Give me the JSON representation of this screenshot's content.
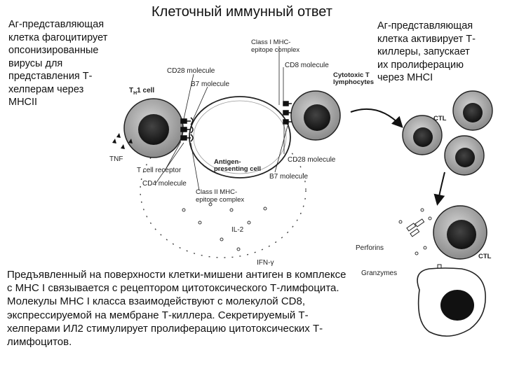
{
  "title": "Клеточный иммунный ответ",
  "left_text": "Аг-представляющая\nклетка фагоцитирует\nопсонизированные\nвирусы для\nпредставления Т-\nхелперам через\nMHCII",
  "right_text": "Аг-представляющая\nклетка активирует Т-\nкиллеры, запускает\nих пролиферацию\nчерез MHCI",
  "bottom_text": "Предъявленный на поверхности клетки-мишени антиген в комплексе с МНС I связывается с рецептором цитотоксического Т-лимфоцита. Молекулы МНС I класса взаимодействуют с молекулой CD8, экспрессируемой на мембране Т-киллера. Секретируемый Т-хелперами ИЛ2 стимулирует пролиферацию цитотоксических Т-лимфоцитов.",
  "diagram": {
    "labels": {
      "class1_line1": "Class I MHC-",
      "class1_line2": "epitope complex",
      "cd28_top": "CD28 molecule",
      "cd8": "CD8 molecule",
      "ctl_line1": "Cytotoxic T",
      "ctl_line2": "lymphocytes",
      "b7_top": "B7 molecule",
      "th1_main": "T",
      "th1_sub": "H",
      "th1_rest": "1 cell",
      "tnf": "TNF",
      "apc_line1": "Antigen-",
      "apc_line2": "presenting cell",
      "cd28_bottom": "CD28 molecule",
      "t_cell_receptor": "T cell receptor",
      "b7_bottom": "B7 molecule",
      "cd4": "CD4 molecule",
      "class2_line1": "Class II MHC-",
      "class2_line2": "epitope complex",
      "il2": "IL-2",
      "ifn": "IFN-γ",
      "ctl_upper": "CTL",
      "perforins": "Perforins",
      "granzymes": "Granzymes",
      "ctl_lower": "CTL"
    }
  }
}
